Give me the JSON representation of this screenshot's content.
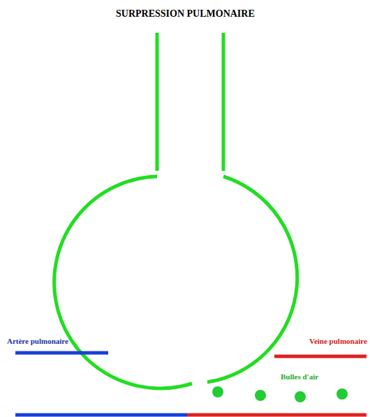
{
  "diagram": {
    "title": "SURPRESSION PULMONAIRE",
    "labels": [
      "Artère pulmonaire",
      "Veine pulmonaire",
      "Bulles d'air"
    ]
  }
}
